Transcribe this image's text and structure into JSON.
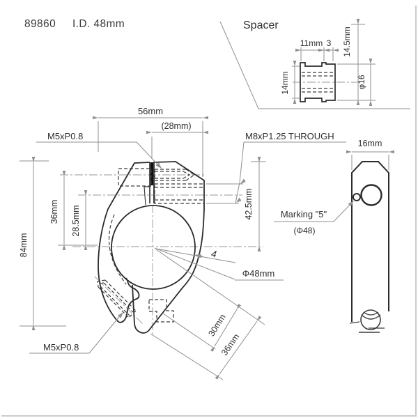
{
  "title": {
    "part_number": "89860",
    "inner_diameter": "I.D. 48mm"
  },
  "spacer": {
    "label": "Spacer",
    "dim_length": "11mm",
    "dim_ring_width": "3",
    "dim_overall": "14.5mm",
    "dim_body_dia": "14mm",
    "dim_ring_dia": "φ16"
  },
  "front_view": {
    "dim_width": "56mm",
    "dim_half_width": "(28mm)",
    "dim_height": "84mm",
    "dim_top_hole": "36mm",
    "dim_mid_hole": "28.5mm",
    "dim_center_height": "42.5mm",
    "top_screw": "M5xP0.8",
    "bottom_screw": "M5xP0.8",
    "through_hole": "M8xP1.25 THROUGH",
    "bore": "Φ48mm",
    "wall_thickness": "4",
    "dim_lug_inner": "30mm",
    "dim_lug_outer": "36mm"
  },
  "side_view": {
    "dim_thickness": "16mm",
    "marking_label": "Marking \"5\"",
    "marking_sub": "(Φ48)"
  },
  "colors": {
    "line_dark": "#2b2b2b",
    "line_dim": "#8f8f8f",
    "text": "#2e2e2e",
    "border": "#c9cdd0"
  }
}
